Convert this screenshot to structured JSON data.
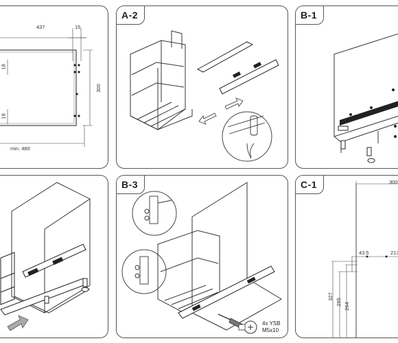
{
  "panels": {
    "a1": {
      "dims": {
        "width": "437",
        "offset": "15",
        "height": "300",
        "left_top": "18",
        "left_bottom": "18",
        "min_depth": "min. 480"
      }
    },
    "a2": {
      "tag": "A-2"
    },
    "b1": {
      "tag": "B-1"
    },
    "a3": {
      "tag": ""
    },
    "b3": {
      "tag": "B-3",
      "screw_label_1": "4x YSB",
      "screw_label_2": "M5x10"
    },
    "c1": {
      "tag": "C-1",
      "dims": {
        "top": "300",
        "d1": "43.5",
        "d2": "213",
        "v1": "327",
        "v2": "295",
        "v3": "264"
      }
    }
  },
  "colors": {
    "line": "#333333",
    "border": "#555555",
    "rail": "#222222",
    "background": "#ffffff"
  }
}
